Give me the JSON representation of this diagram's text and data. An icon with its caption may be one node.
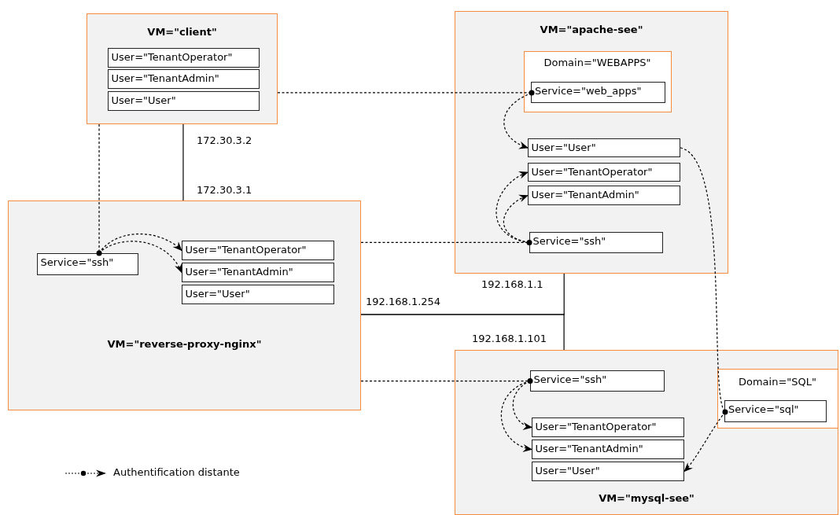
{
  "diagram": {
    "nodes": [
      {
        "text": [
          "VM=\"client\""
        ]
      },
      {
        "text": [
          "User=\"TenantOperator\""
        ],
        "in": 0
      },
      {
        "text": [
          "User=\"TenantAdmin\""
        ],
        "in": 0
      },
      {
        "text": [
          "User=\"User\""
        ],
        "in": 0
      },
      {
        "text": [
          "VM=\"apache-see\""
        ]
      },
      {
        "text": [
          "Domain=\"WEBAPPS\""
        ],
        "in": 4
      },
      {
        "text": [
          "Service=\"web_apps\""
        ],
        "in": 5
      },
      {
        "text": [
          "User=\"User\""
        ],
        "in": 4
      },
      {
        "text": [
          "User=\"TenantOperator\""
        ],
        "in": 4
      },
      {
        "text": [
          "User=\"TenantAdmin\""
        ],
        "in": 4
      },
      {
        "text": [
          "Service=\"ssh\""
        ],
        "in": 4
      },
      {
        "text": [
          "VM=\"reverse-proxy-nginx\""
        ]
      },
      {
        "text": [
          "Service=\"ssh\""
        ],
        "in": 11
      },
      {
        "text": [
          "User=\"TenantOperator\""
        ],
        "in": 11
      },
      {
        "text": [
          "User=\"TenantAdmin\""
        ],
        "in": 11
      },
      {
        "text": [
          "User=\"User\""
        ],
        "in": 11
      },
      {
        "text": [
          "VM=\"mysql-see\""
        ]
      },
      {
        "text": [
          "Service=\"ssh\""
        ],
        "in": 16
      },
      {
        "text": [
          "Domain=\"SQL\""
        ],
        "in": 16
      },
      {
        "text": [
          "Service=\"sql\""
        ],
        "in": 18
      },
      {
        "text": [
          "User=\"TenantOperator\""
        ],
        "in": 16
      },
      {
        "text": [
          "User=\"TenantAdmin\""
        ],
        "in": 16
      },
      {
        "text": [
          "User=\"User\""
        ],
        "in": 16
      }
    ],
    "edges": [
      {
        "from": 0,
        "to": 6,
        "arrow": "other",
        "style": "dashed"
      },
      {
        "from": 0,
        "to": 12,
        "arrow": "other",
        "style": "dashed"
      },
      {
        "from": 11,
        "to": 10,
        "arrow": "other",
        "style": "dashed"
      },
      {
        "from": 11,
        "to": 17,
        "arrow": "other",
        "style": "dashed"
      },
      {
        "from": 0,
        "to": 11,
        "arrow": "none"
      },
      {
        "from": 11,
        "to": 4,
        "arrow": "none"
      },
      {
        "from": 11,
        "to": 16,
        "arrow": "none"
      },
      {
        "from": 12,
        "to": 13,
        "arrow": "to",
        "style": "dashed"
      },
      {
        "from": 12,
        "to": 14,
        "arrow": "to",
        "style": "dashed"
      },
      {
        "from": 6,
        "to": 7,
        "arrow": "to",
        "style": "dashed"
      },
      {
        "from": 10,
        "to": 8,
        "arrow": "to",
        "style": "dashed"
      },
      {
        "from": 10,
        "to": 9,
        "arrow": "to",
        "style": "dashed"
      },
      {
        "from": 7,
        "to": 19,
        "arrow": "other",
        "style": "dashed"
      },
      {
        "from": 19,
        "to": 22,
        "arrow": "to",
        "style": "dashed"
      },
      {
        "from": 17,
        "to": 20,
        "arrow": "to",
        "style": "dashed"
      },
      {
        "from": 17,
        "to": 21,
        "arrow": "to",
        "style": "dashed"
      }
    ],
    "labels": [
      "172.30.3.2",
      "172.30.3.1",
      "192.168.1.1",
      "192.168.1.254",
      "192.168.1.101"
    ],
    "legend": [
      {
        "text": "Authentification distante"
      }
    ]
  }
}
